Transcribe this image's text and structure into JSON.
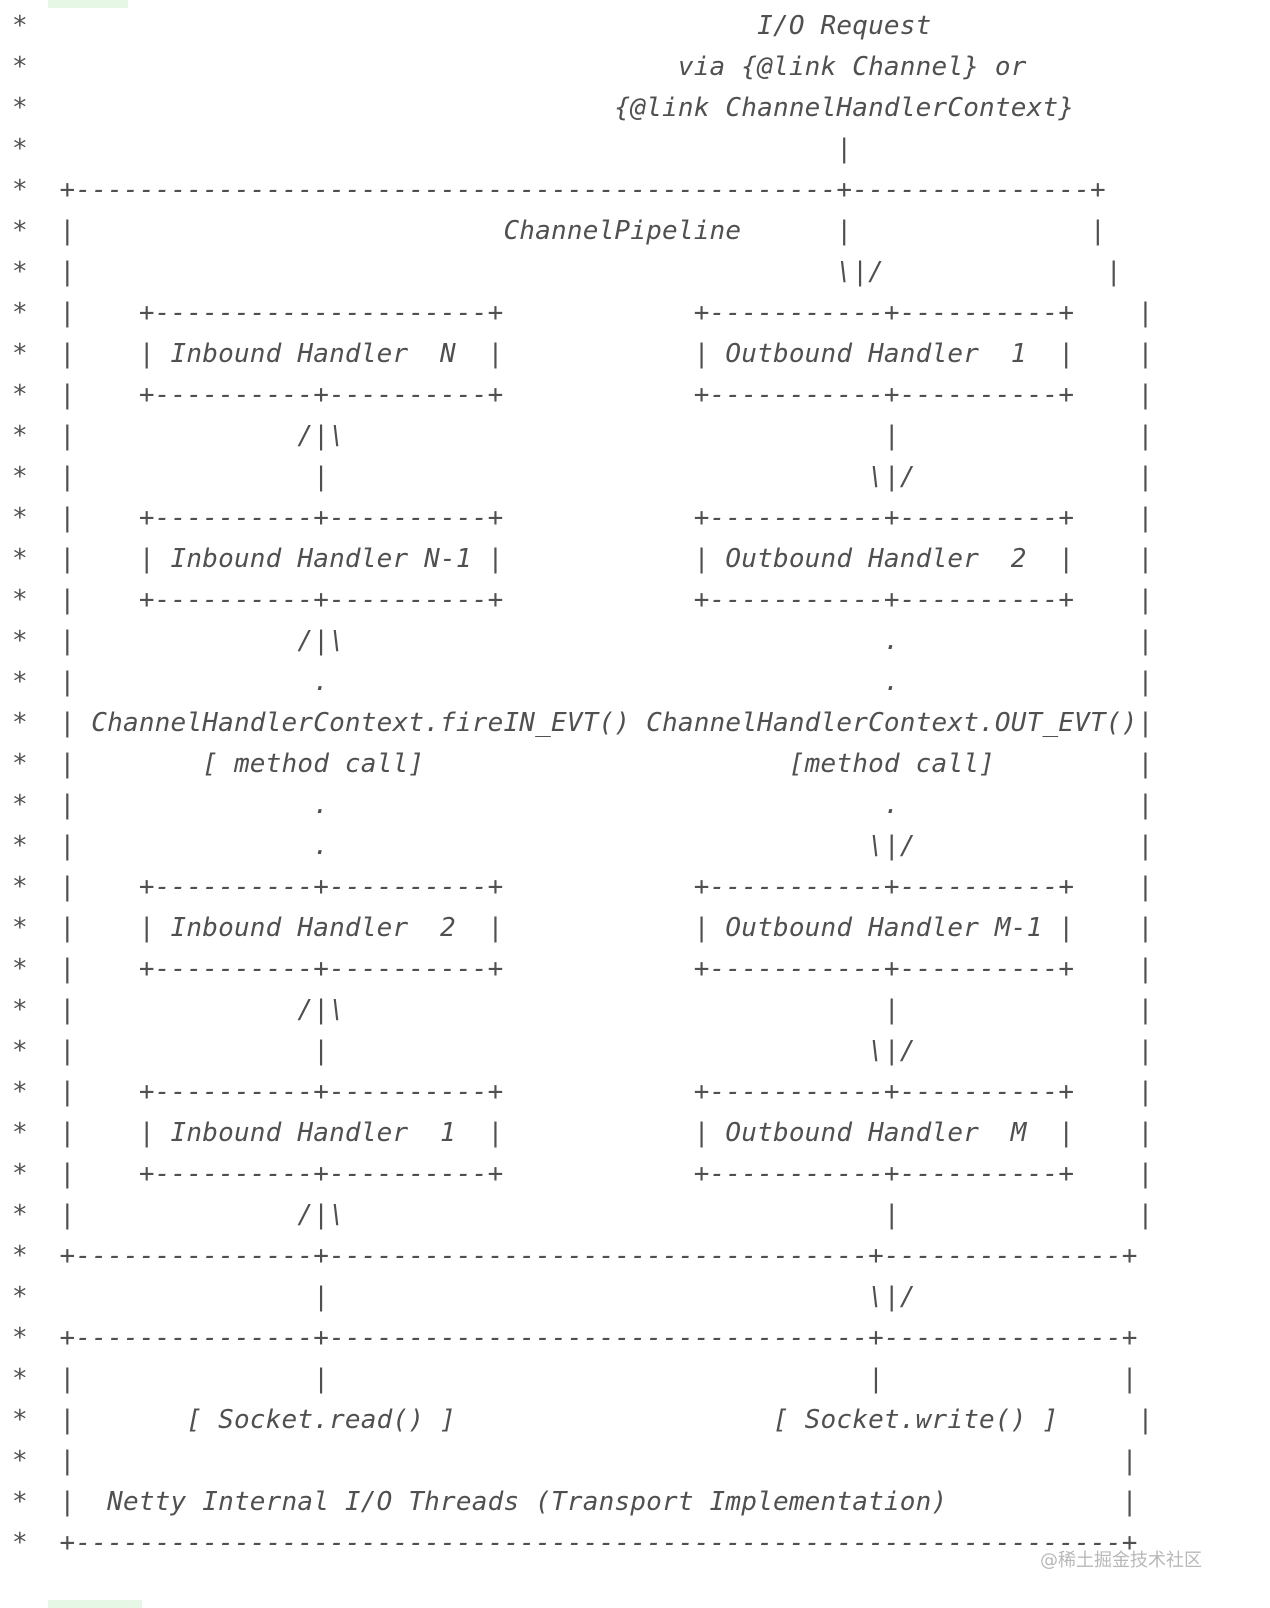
{
  "lines": [
    "*                                              I/O Request",
    "*                                         via {@link Channel} or",
    "*                                     {@link ChannelHandlerContext}",
    "*                                                   |",
    "*  +------------------------------------------------+---------------+",
    "*  |                           ChannelPipeline      |               |",
    "*  |                                                \\|/              |",
    "*  |    +---------------------+            +-----------+----------+    |",
    "*  |    | Inbound Handler  N  |            | Outbound Handler  1  |    |",
    "*  |    +----------+----------+            +-----------+----------+    |",
    "*  |              /|\\                                  |               |",
    "*  |               |                                  \\|/              |",
    "*  |    +----------+----------+            +-----------+----------+    |",
    "*  |    | Inbound Handler N-1 |            | Outbound Handler  2  |    |",
    "*  |    +----------+----------+            +-----------+----------+    |",
    "*  |              /|\\                                  .               |",
    "*  |               .                                   .               |",
    "*  | ChannelHandlerContext.fireIN_EVT() ChannelHandlerContext.OUT_EVT()|",
    "*  |        [ method call]                       [method call]         |",
    "*  |               .                                   .               |",
    "*  |               .                                  \\|/              |",
    "*  |    +----------+----------+            +-----------+----------+    |",
    "*  |    | Inbound Handler  2  |            | Outbound Handler M-1 |    |",
    "*  |    +----------+----------+            +-----------+----------+    |",
    "*  |              /|\\                                  |               |",
    "*  |               |                                  \\|/              |",
    "*  |    +----------+----------+            +-----------+----------+    |",
    "*  |    | Inbound Handler  1  |            | Outbound Handler  M  |    |",
    "*  |    +----------+----------+            +-----------+----------+    |",
    "*  |              /|\\                                  |               |",
    "*  +---------------+----------------------------------+---------------+",
    "*                  |                                  \\|/",
    "*  +---------------+----------------------------------+---------------+",
    "*  |               |                                  |               |",
    "*  |       [ Socket.read() ]                    [ Socket.write() ]     |",
    "*  |                                                                  |",
    "*  |  Netty Internal I/O Threads (Transport Implementation)           |",
    "*  +------------------------------------------------------------------+"
  ],
  "watermark": "@稀土掘金技术社区"
}
